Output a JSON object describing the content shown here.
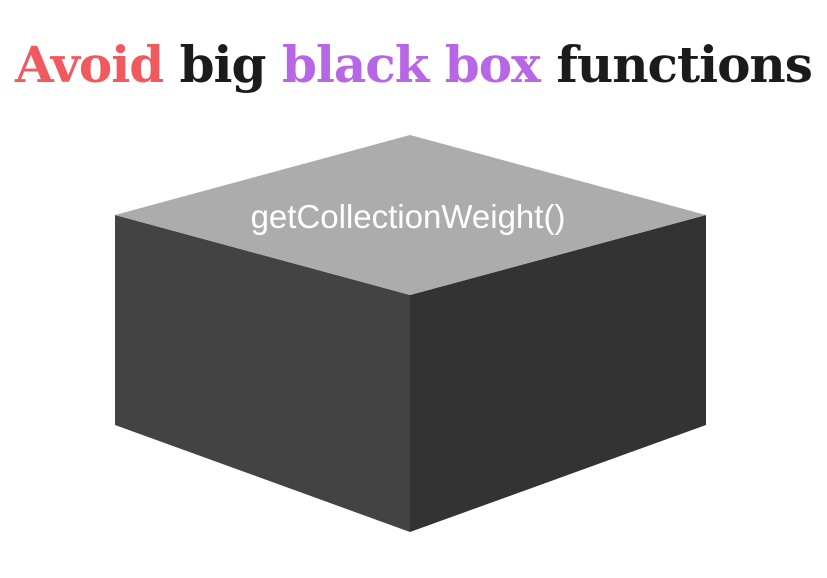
{
  "headline": {
    "word_1": "Avoid",
    "word_2": "big",
    "word_3": "black box",
    "word_4": "functions"
  },
  "box": {
    "label": "getCollectionWeight()"
  },
  "colors": {
    "accent_red": "#f0595e",
    "accent_purple": "#b767e5",
    "headline_dark": "#1b1b1b",
    "box_top": "#acacac",
    "box_left": "#434343",
    "box_right": "#333333",
    "label_text": "#ffffff",
    "background": "#ffffff"
  }
}
